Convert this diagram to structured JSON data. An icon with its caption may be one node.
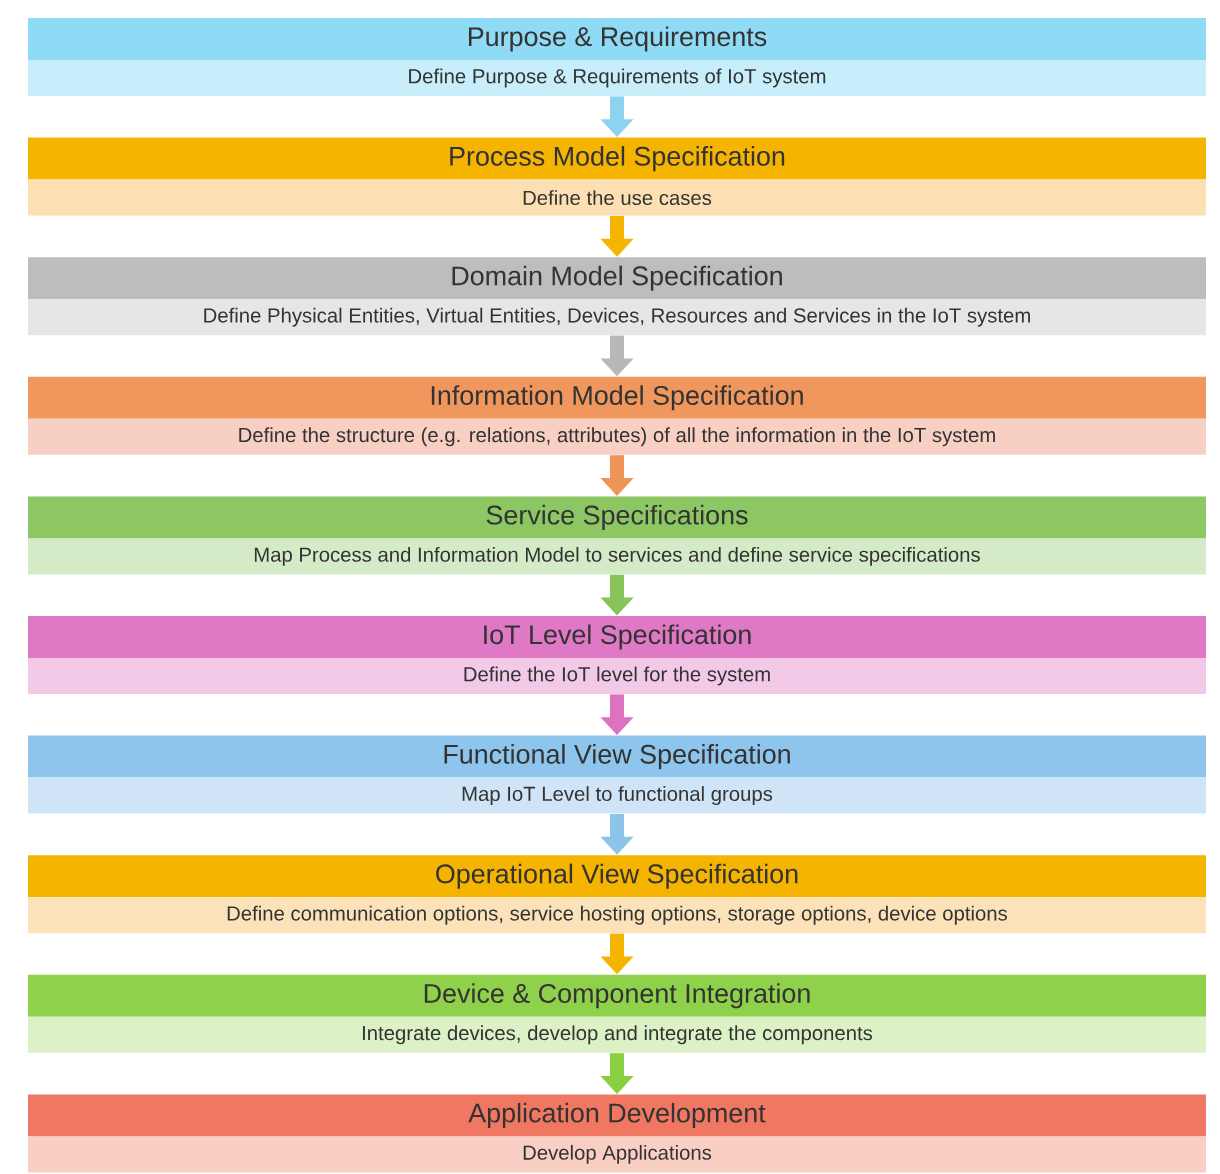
{
  "diagram": {
    "nodes": [
      {
        "text": [
          "Purpose & Requirements",
          "Define Purpose & Requirements of IoT system"
        ]
      },
      {
        "text": [
          "Process Model Specification",
          "Define the use cases"
        ]
      },
      {
        "text": [
          "Domain Model Specification",
          "Define Physical Entities, Virtual Entities, Devices, Resources and Services in the IoT system"
        ]
      },
      {
        "text": [
          "Information Model Specification",
          "Define the structure (e.g. relations, attributes) of all the information in the IoT system"
        ]
      },
      {
        "text": [
          "Service Specifications",
          "Map Process and Information Model to services and define service specifications"
        ]
      },
      {
        "text": [
          "IoT Level Specification",
          "Define the IoT level for the system"
        ]
      },
      {
        "text": [
          "Functional View Specification",
          "Map IoT Level to functional groups"
        ]
      },
      {
        "text": [
          "Operational View Specification",
          "Define communication options, service hosting options, storage options, device options"
        ]
      },
      {
        "text": [
          "Device & Component Integration",
          "Integrate devices, develop and integrate the components"
        ]
      },
      {
        "text": [
          "Application Development",
          "Develop Applications"
        ]
      }
    ],
    "edges": [
      {
        "from": 0,
        "to": 1,
        "arrow": "to",
        "color": "#8dd3f0"
      },
      {
        "from": 1,
        "to": 2,
        "arrow": "to",
        "color": "#f5b400"
      },
      {
        "from": 2,
        "to": 3,
        "arrow": "to",
        "color": "#b8b8b8"
      },
      {
        "from": 3,
        "to": 4,
        "arrow": "to",
        "color": "#f0945a"
      },
      {
        "from": 4,
        "to": 5,
        "arrow": "to",
        "color": "#88c45a"
      },
      {
        "from": 5,
        "to": 6,
        "arrow": "to",
        "color": "#dd72c0"
      },
      {
        "from": 6,
        "to": 7,
        "arrow": "to",
        "color": "#8ec3ea"
      },
      {
        "from": 7,
        "to": 8,
        "arrow": "to",
        "color": "#f5b400"
      },
      {
        "from": 8,
        "to": 9,
        "arrow": "to",
        "color": "#88d040"
      }
    ]
  }
}
